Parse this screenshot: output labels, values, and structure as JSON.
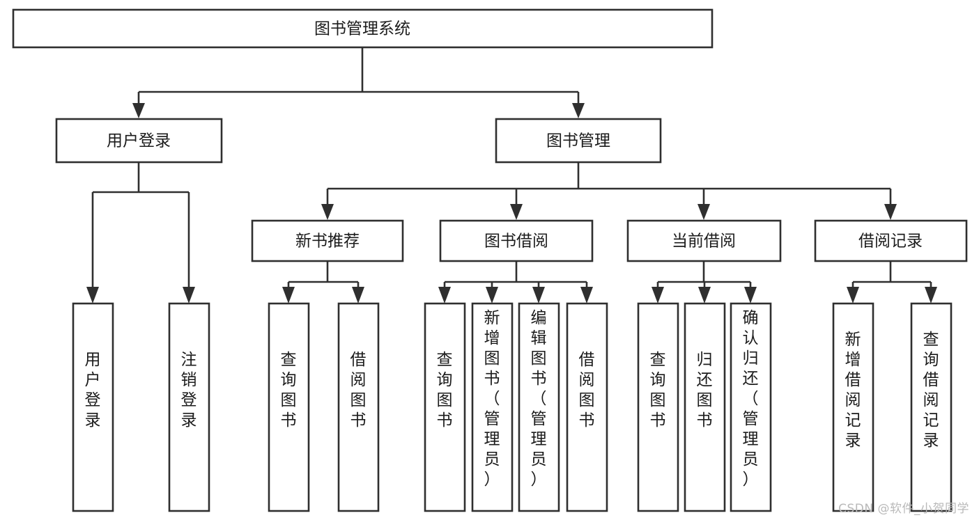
{
  "diagram": {
    "type": "tree-flowchart",
    "title": "图书管理系统",
    "watermark": "CSDN @软件_小贺同学",
    "colors": {
      "stroke": "#2f2f2f",
      "fill": "#ffffff",
      "text": "#1b1b1b",
      "watermark": "#b9b9b9"
    },
    "nodes": {
      "root": {
        "label": "图书管理系统",
        "orientation": "horizontal"
      },
      "level2": [
        {
          "id": "user-login",
          "label": "用户登录",
          "orientation": "horizontal"
        },
        {
          "id": "book-manage",
          "label": "图书管理",
          "orientation": "horizontal"
        }
      ],
      "level3": [
        {
          "id": "new-book-recommend",
          "label": "新书推荐",
          "orientation": "horizontal",
          "parent": "book-manage"
        },
        {
          "id": "book-borrow",
          "label": "图书借阅",
          "orientation": "horizontal",
          "parent": "book-manage"
        },
        {
          "id": "current-borrow",
          "label": "当前借阅",
          "orientation": "horizontal",
          "parent": "book-manage"
        },
        {
          "id": "borrow-record",
          "label": "借阅记录",
          "orientation": "horizontal",
          "parent": "book-manage"
        }
      ],
      "leaves": [
        {
          "id": "leaf-user-login",
          "label": "用户登录",
          "orientation": "vertical",
          "parent": "user-login"
        },
        {
          "id": "leaf-logout-login",
          "label": "注销登录",
          "orientation": "vertical",
          "parent": "user-login"
        },
        {
          "id": "leaf-query-book-1",
          "label": "查询图书",
          "orientation": "vertical",
          "parent": "new-book-recommend"
        },
        {
          "id": "leaf-borrow-book-1",
          "label": "借阅图书",
          "orientation": "vertical",
          "parent": "new-book-recommend"
        },
        {
          "id": "leaf-query-book-2",
          "label": "查询图书",
          "orientation": "vertical",
          "parent": "book-borrow"
        },
        {
          "id": "leaf-add-book-admin",
          "label": "新增图书（管理员）",
          "orientation": "vertical",
          "parent": "book-borrow"
        },
        {
          "id": "leaf-edit-book-admin",
          "label": "编辑图书（管理员）",
          "orientation": "vertical",
          "parent": "book-borrow"
        },
        {
          "id": "leaf-borrow-book-2",
          "label": "借阅图书",
          "orientation": "vertical",
          "parent": "book-borrow"
        },
        {
          "id": "leaf-query-book-3",
          "label": "查询图书",
          "orientation": "vertical",
          "parent": "current-borrow"
        },
        {
          "id": "leaf-return-book",
          "label": "归还图书",
          "orientation": "vertical",
          "parent": "current-borrow"
        },
        {
          "id": "leaf-confirm-return-admin",
          "label": "确认归还（管理员）",
          "orientation": "vertical",
          "parent": "current-borrow"
        },
        {
          "id": "leaf-add-borrow-record",
          "label": "新增借阅记录",
          "orientation": "vertical",
          "parent": "borrow-record"
        },
        {
          "id": "leaf-query-borrow-record",
          "label": "查询借阅记录",
          "orientation": "vertical",
          "parent": "borrow-record"
        }
      ]
    }
  }
}
